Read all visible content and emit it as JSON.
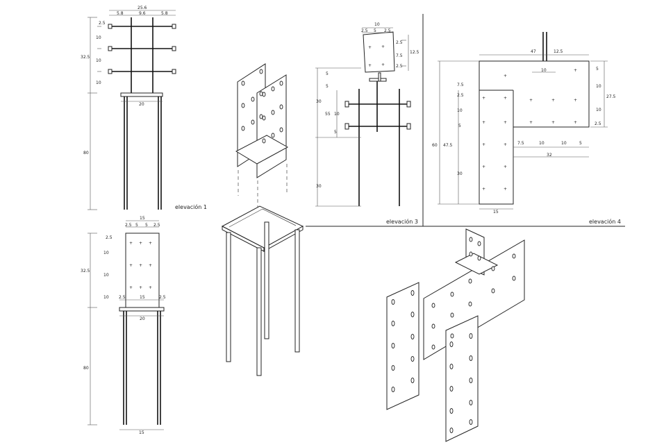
{
  "labels": {
    "elev1": "elevación 1",
    "elev3": "elevación 3",
    "elev4": "elevación 4"
  },
  "dims": {
    "e1_top": "25.6",
    "e1_a": "5.8",
    "e1_b": "9.6",
    "e1_c": "5.8",
    "e1_v1": "2.5",
    "e1_v2": "10",
    "e1_v3": "10",
    "e1_v4": "10",
    "e1_total": "32.5",
    "e1_leg": "80",
    "e1_base": "20",
    "e2_top": "15",
    "e2_a": "2.5",
    "e2_b": "5",
    "e2_c": "5",
    "e2_d": "2.5",
    "e2_v1": "2.5",
    "e2_v2": "10",
    "e2_v3": "10",
    "e2_v4": "10",
    "e2_total": "32.5",
    "e2_mid_l": "2.5",
    "e2_mid": "15",
    "e2_mid_r": "2.5",
    "e2_base": "20",
    "e2_leg": "80",
    "e2_bottom": "15",
    "e3_top": "10",
    "e3_a": "2.5",
    "e3_b": "5",
    "e3_c": "2.5",
    "e3_r1": "2.5",
    "e3_r2": "7.5",
    "e3_r3": "2.5",
    "e3_rtot": "12.5",
    "e3_v1": "5",
    "e3_v2": "5",
    "e3_v3": "10",
    "e3_v4": "5",
    "e3_vtot": "30",
    "e3_mid": "55",
    "e3_leg": "30",
    "e4_top": "47",
    "e4_post": "12.5",
    "e4_inner": "10",
    "e4_r1": "5",
    "e4_r2": "10",
    "e4_r3": "10",
    "e4_r4": "2.5",
    "e4_rtot": "27.5",
    "e4_l1": "7.5",
    "e4_l2": "2.5",
    "e4_l3": "10",
    "e4_l4": "5",
    "e4_ltot": "60",
    "e4_l5": "47.5",
    "e4_l6": "30",
    "e4_b1": "7.5",
    "e4_b2": "10",
    "e4_b3": "10",
    "e4_b4": "5",
    "e4_btot": "32",
    "e4_bottom": "15"
  }
}
